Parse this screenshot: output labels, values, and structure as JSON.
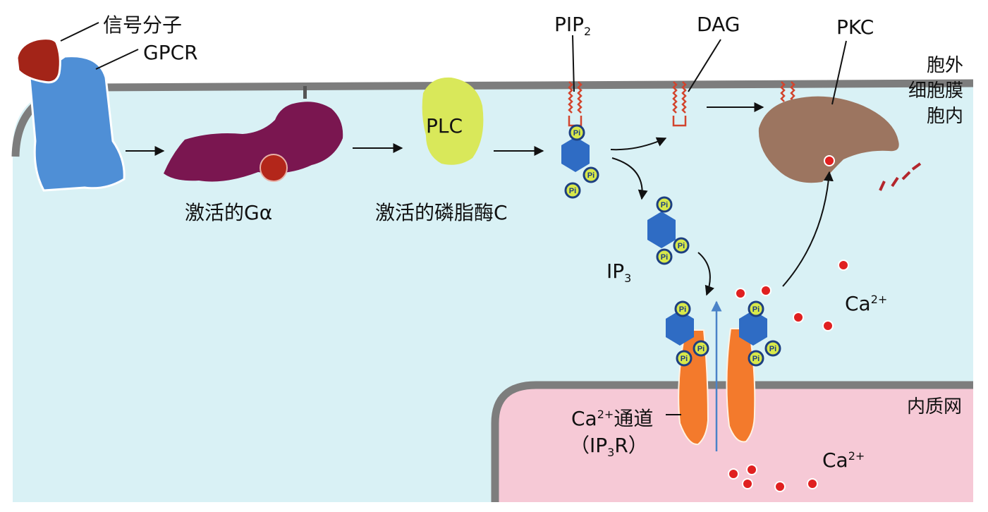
{
  "labels": {
    "signal_molecule": "信号分子",
    "gpcr": "GPCR",
    "activated_galpha": "激活的Gα",
    "plc": "PLC",
    "activated_plc": "激活的磷脂酶C",
    "pip2": {
      "base": "PIP",
      "sub": "2"
    },
    "dag": "DAG",
    "pkc": "PKC",
    "ip3": {
      "base": "IP",
      "sub": "3"
    },
    "ca_cytosol": {
      "base": "Ca",
      "sup": "2+"
    },
    "ca_er": {
      "base": "Ca",
      "sup": "2+"
    },
    "ca_channel": {
      "base": "Ca",
      "sup": "2+",
      "rest": "通道"
    },
    "ip3r": {
      "open": "（IP",
      "sub": "3",
      "close": "R）"
    },
    "extracellular": "胞外",
    "cell_membrane": "细胞膜",
    "intracellular": "胞内",
    "er": "内质网",
    "phosphate_symbol": "Pi"
  },
  "colors": {
    "cytosol": "#d9f1f5",
    "er_lumen": "#f6c9d6",
    "membrane": "#7d7d7d",
    "gpcr": "#4f8fd6",
    "signal_molecule": "#a32418",
    "galpha": "#7a1650",
    "plc": "#d9e85a",
    "pkc": "#9c7560",
    "ip3": "#2f6cc4",
    "phosphate": "#d8e84a",
    "channel": "#f37a2c",
    "calcium": "#e02020",
    "lipid_tail": "#d2452e"
  }
}
